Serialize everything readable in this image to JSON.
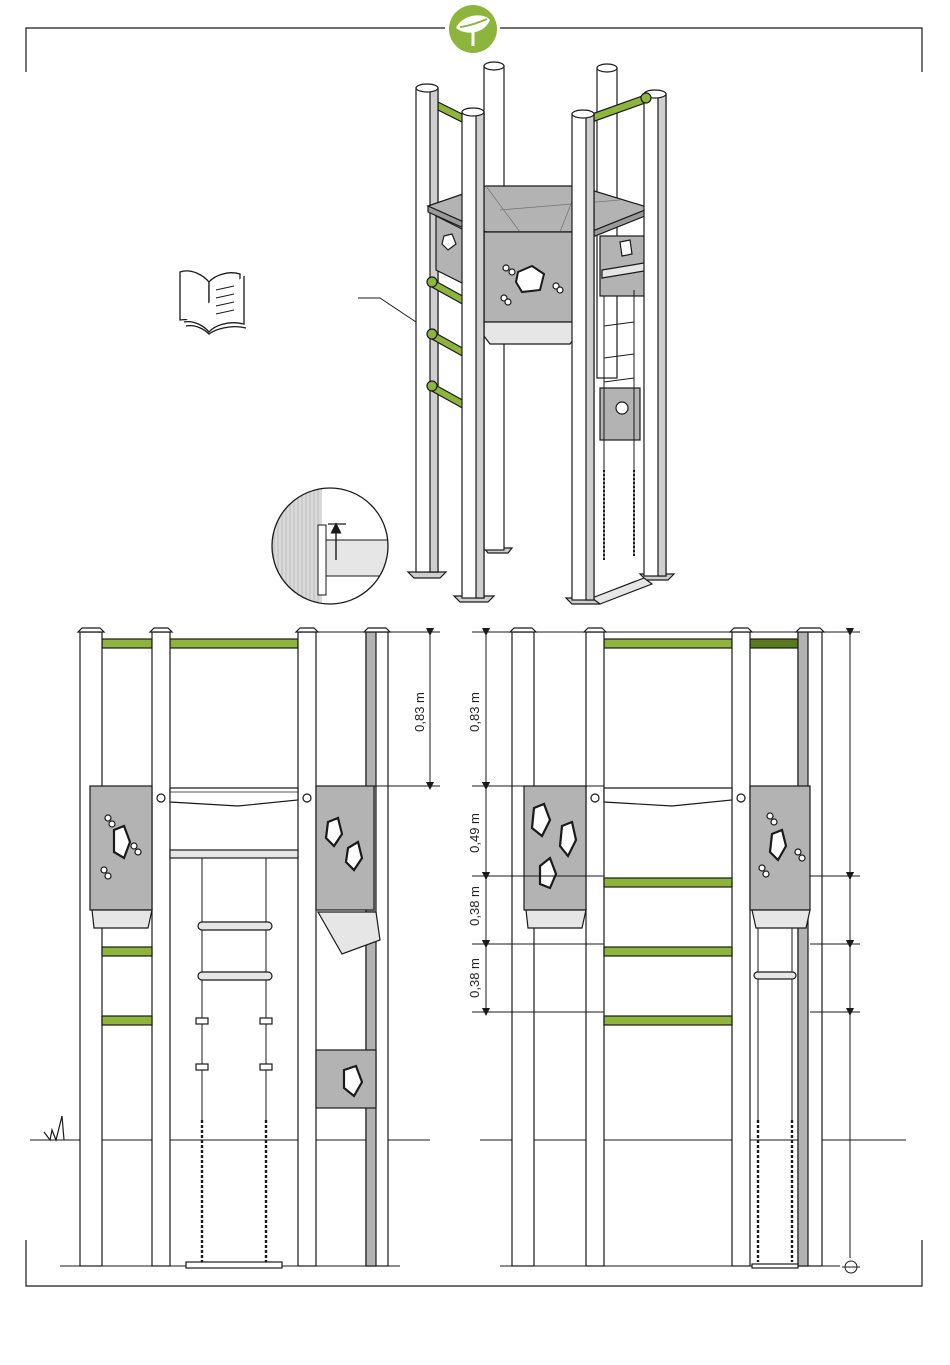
{
  "colors": {
    "accent_green": "#8db53c",
    "panel_gray": "#b3b3b3",
    "panel_dark": "#9a9a9a",
    "line": "#1a1a1a",
    "post_shade": "#cfcfcf"
  },
  "icons": {
    "brand": "leaf-logo-icon",
    "manual": "open-book-icon",
    "detail": "magnified-detail-icon",
    "ground": "grass-ground-icon",
    "ground_level": "ground-level-symbol-icon"
  },
  "dimensions": {
    "left": [
      "0,83 m"
    ],
    "right": [
      "0,83 m",
      "0,49 m",
      "0,38 m",
      "0,38 m"
    ]
  }
}
